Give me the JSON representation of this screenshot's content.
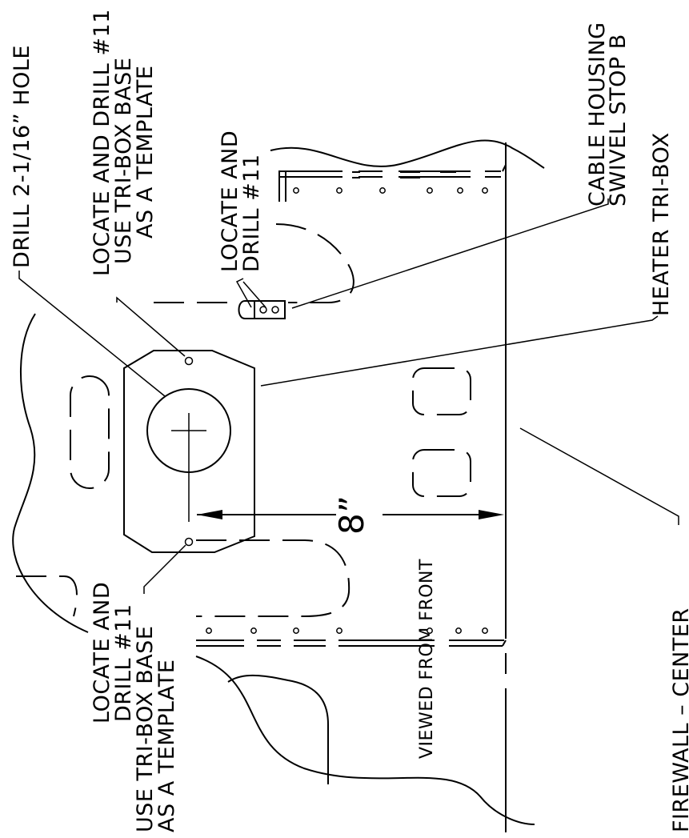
{
  "labels": {
    "drill_hole": "DRILL 2-1/16” HOLE",
    "locate_drill_top_1": "LOCATE AND DRILL #11",
    "locate_drill_top_2": "USE TRI-BOX BASE",
    "locate_drill_top_3": "AS A TEMPLATE",
    "locate_drill_mid_1": "LOCATE AND",
    "locate_drill_mid_2": "DRILL #11",
    "cable_housing_1": "CABLE HOUSING",
    "cable_housing_2": "SWIVEL STOP B",
    "heater_tribox": "HEATER TRI-BOX",
    "locate_drill_bot_1": "LOCATE AND",
    "locate_drill_bot_2": "DRILL #11",
    "locate_drill_bot_3": "USE TRI-BOX BASE",
    "locate_drill_bot_4": "AS A TEMPLATE",
    "viewed_from_front": "VIEWED FROM FRONT",
    "firewall_center": "FIREWALL – CENTER",
    "dimension": "8”"
  }
}
